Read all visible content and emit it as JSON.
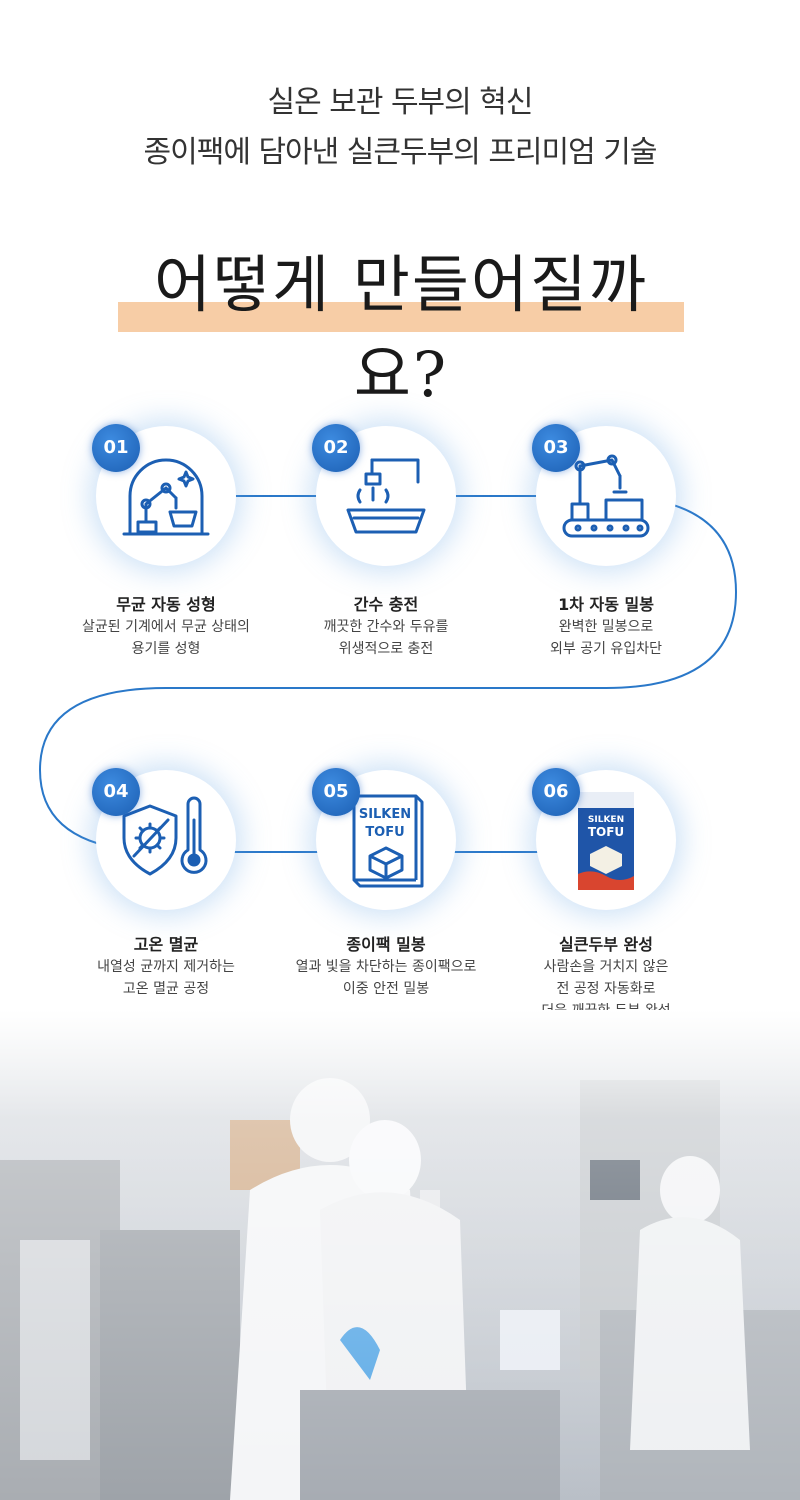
{
  "header": {
    "line1": "실온 보관 두부의 혁신",
    "line2": "종이팩에 담아낸 실큰두부의 프리미엄 기술"
  },
  "title": "어떻게 만들어질까요?",
  "steps": [
    {
      "num": "01",
      "title": "무균 자동 성형",
      "desc1": "살균된 기계에서 무균 상태의",
      "desc2": "용기를 성형",
      "icon": "robot-arm-dome-icon"
    },
    {
      "num": "02",
      "title": "간수 충전",
      "desc1": "깨끗한 간수와 두유를",
      "desc2": "위생적으로 충전",
      "icon": "faucet-fill-icon"
    },
    {
      "num": "03",
      "title": "1차 자동 밀봉",
      "desc1": "완벽한 밀봉으로",
      "desc2": "외부 공기 유입차단",
      "icon": "conveyor-robot-icon"
    },
    {
      "num": "04",
      "title": "고온 멸균",
      "desc1": "내열성 균까지 제거하는",
      "desc2": "고온 멸균 공정",
      "icon": "shield-thermometer-icon"
    },
    {
      "num": "05",
      "title": "종이팩 밀봉",
      "desc1": "열과 빛을 차단하는 종이팩으로",
      "desc2": "이중 안전 밀봉",
      "icon": "tofu-pack-icon",
      "pack_line1": "SILKEN",
      "pack_line2": "TOFU"
    },
    {
      "num": "06",
      "title": "실큰두부 완성",
      "desc1": "사람손을 거치지 않은",
      "desc2": "전 공정 자동화로",
      "desc3": "더욱 깨끗한 두부 완성",
      "icon": "product-box-icon",
      "pack_line1": "SILKEN",
      "pack_line2": "TOFU"
    }
  ],
  "colors": {
    "accent": "#1c5fb3",
    "highlight": "#f7cda6",
    "line": "#2a78c9"
  }
}
